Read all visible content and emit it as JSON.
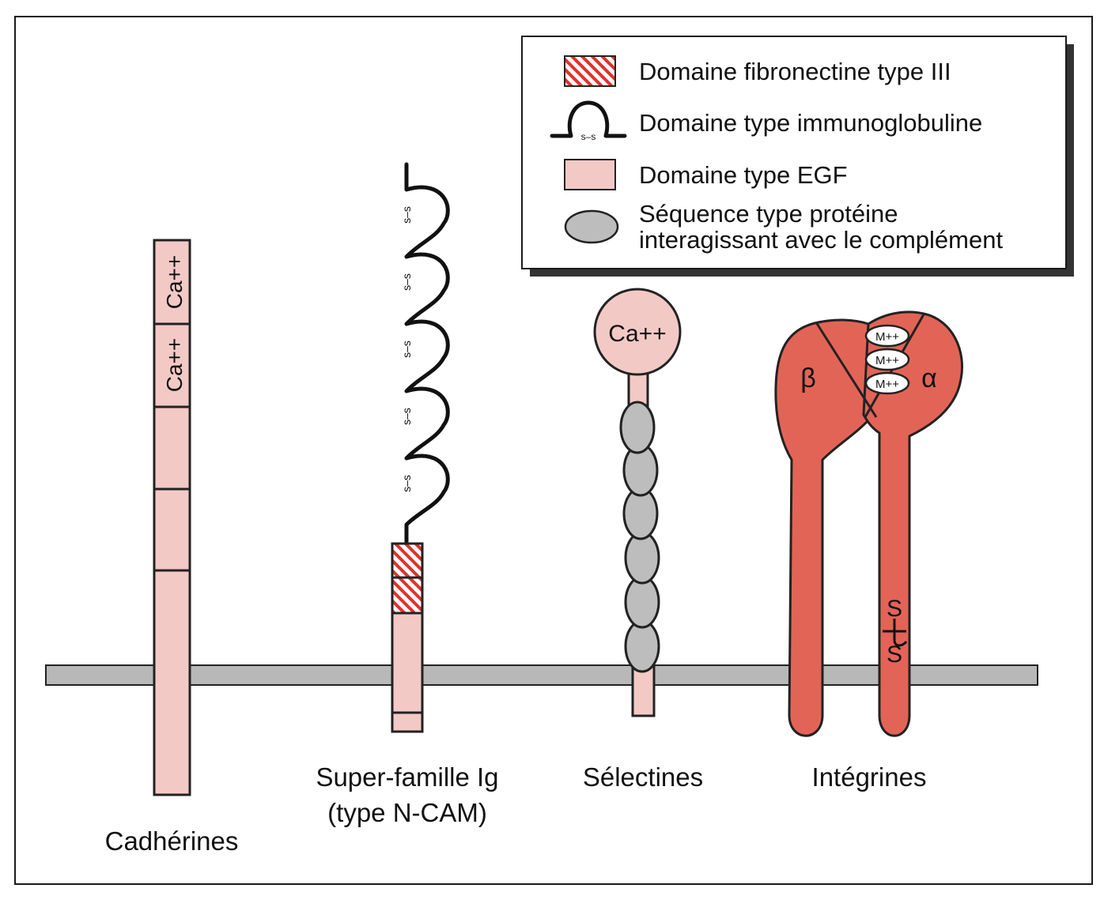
{
  "legend": {
    "fibronectin": "Domaine fibronectine type III",
    "immunoglobulin": "Domaine type immunoglobuline",
    "ig_icon_label": "s–s",
    "egf": "Domaine type EGF",
    "complement_line1": "Séquence type protéine",
    "complement_line2": "interagissant avec le complément"
  },
  "cadherins": {
    "label": "Cadhérines",
    "calcium_1": "Ca++",
    "calcium_2": "Ca++"
  },
  "ig_superfamily": {
    "label_line1": "Super-famille Ig",
    "label_line2": "(type N-CAM)",
    "disulfide": "s–s"
  },
  "selectins": {
    "label": "Sélectines",
    "calcium": "Ca++"
  },
  "integrins": {
    "label": "Intégrines",
    "beta": "β",
    "alpha": "α",
    "metal_ion": "M++",
    "sulfur": "S"
  },
  "colors": {
    "pink": "#f3c9c6",
    "red": "#e26457",
    "gray": "#bdbdbd",
    "membrane": "#b8b8b8",
    "hatch": "#e0322b"
  }
}
